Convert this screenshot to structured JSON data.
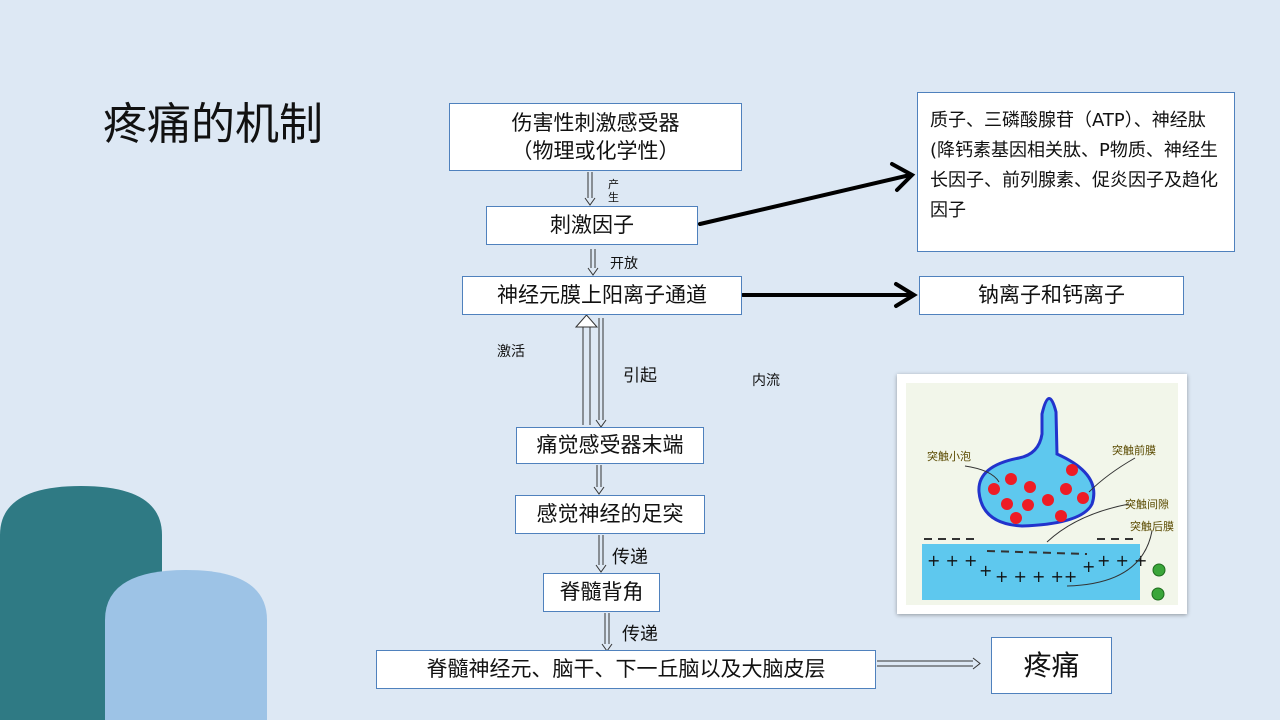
{
  "slide": {
    "title": "疼痛的机制"
  },
  "nodes": {
    "receptor_line1": "伤害性刺激感受器",
    "receptor_line2": "（物理或化学性）",
    "factor": "刺激因子",
    "channel": "神经元膜上阳离子通道",
    "ending": "痛觉感受器末端",
    "foot": "感觉神经的足突",
    "horn": "脊髓背角",
    "cortex": "脊髓神经元、脑干、下一丘脑以及大脑皮层",
    "pain": "疼痛",
    "ions": "钠离子和钙离子",
    "substances": "质子、三磷酸腺苷（ATP）、神经肽(降钙素基因相关肽、P物质、神经生长因子、前列腺素、促炎因子及趋化因子"
  },
  "edge_labels": {
    "produce_1": "产",
    "produce_2": "生",
    "open": "开放",
    "activate": "激活",
    "cause": "引起",
    "influx": "内流",
    "transmit_1": "传递",
    "transmit_2": "传递"
  },
  "synapse": {
    "vesicle": "突触小泡",
    "pre": "突触前膜",
    "cleft": "突触间隙",
    "post": "突触后膜"
  },
  "colors": {
    "background": "#dde8f4",
    "box_border": "#4f81bd",
    "deco_dark": "#2f7a84",
    "deco_light": "#9dc3e6",
    "synapse_blue": "#5ec8ee",
    "vesicle_red": "#ee1c25"
  }
}
